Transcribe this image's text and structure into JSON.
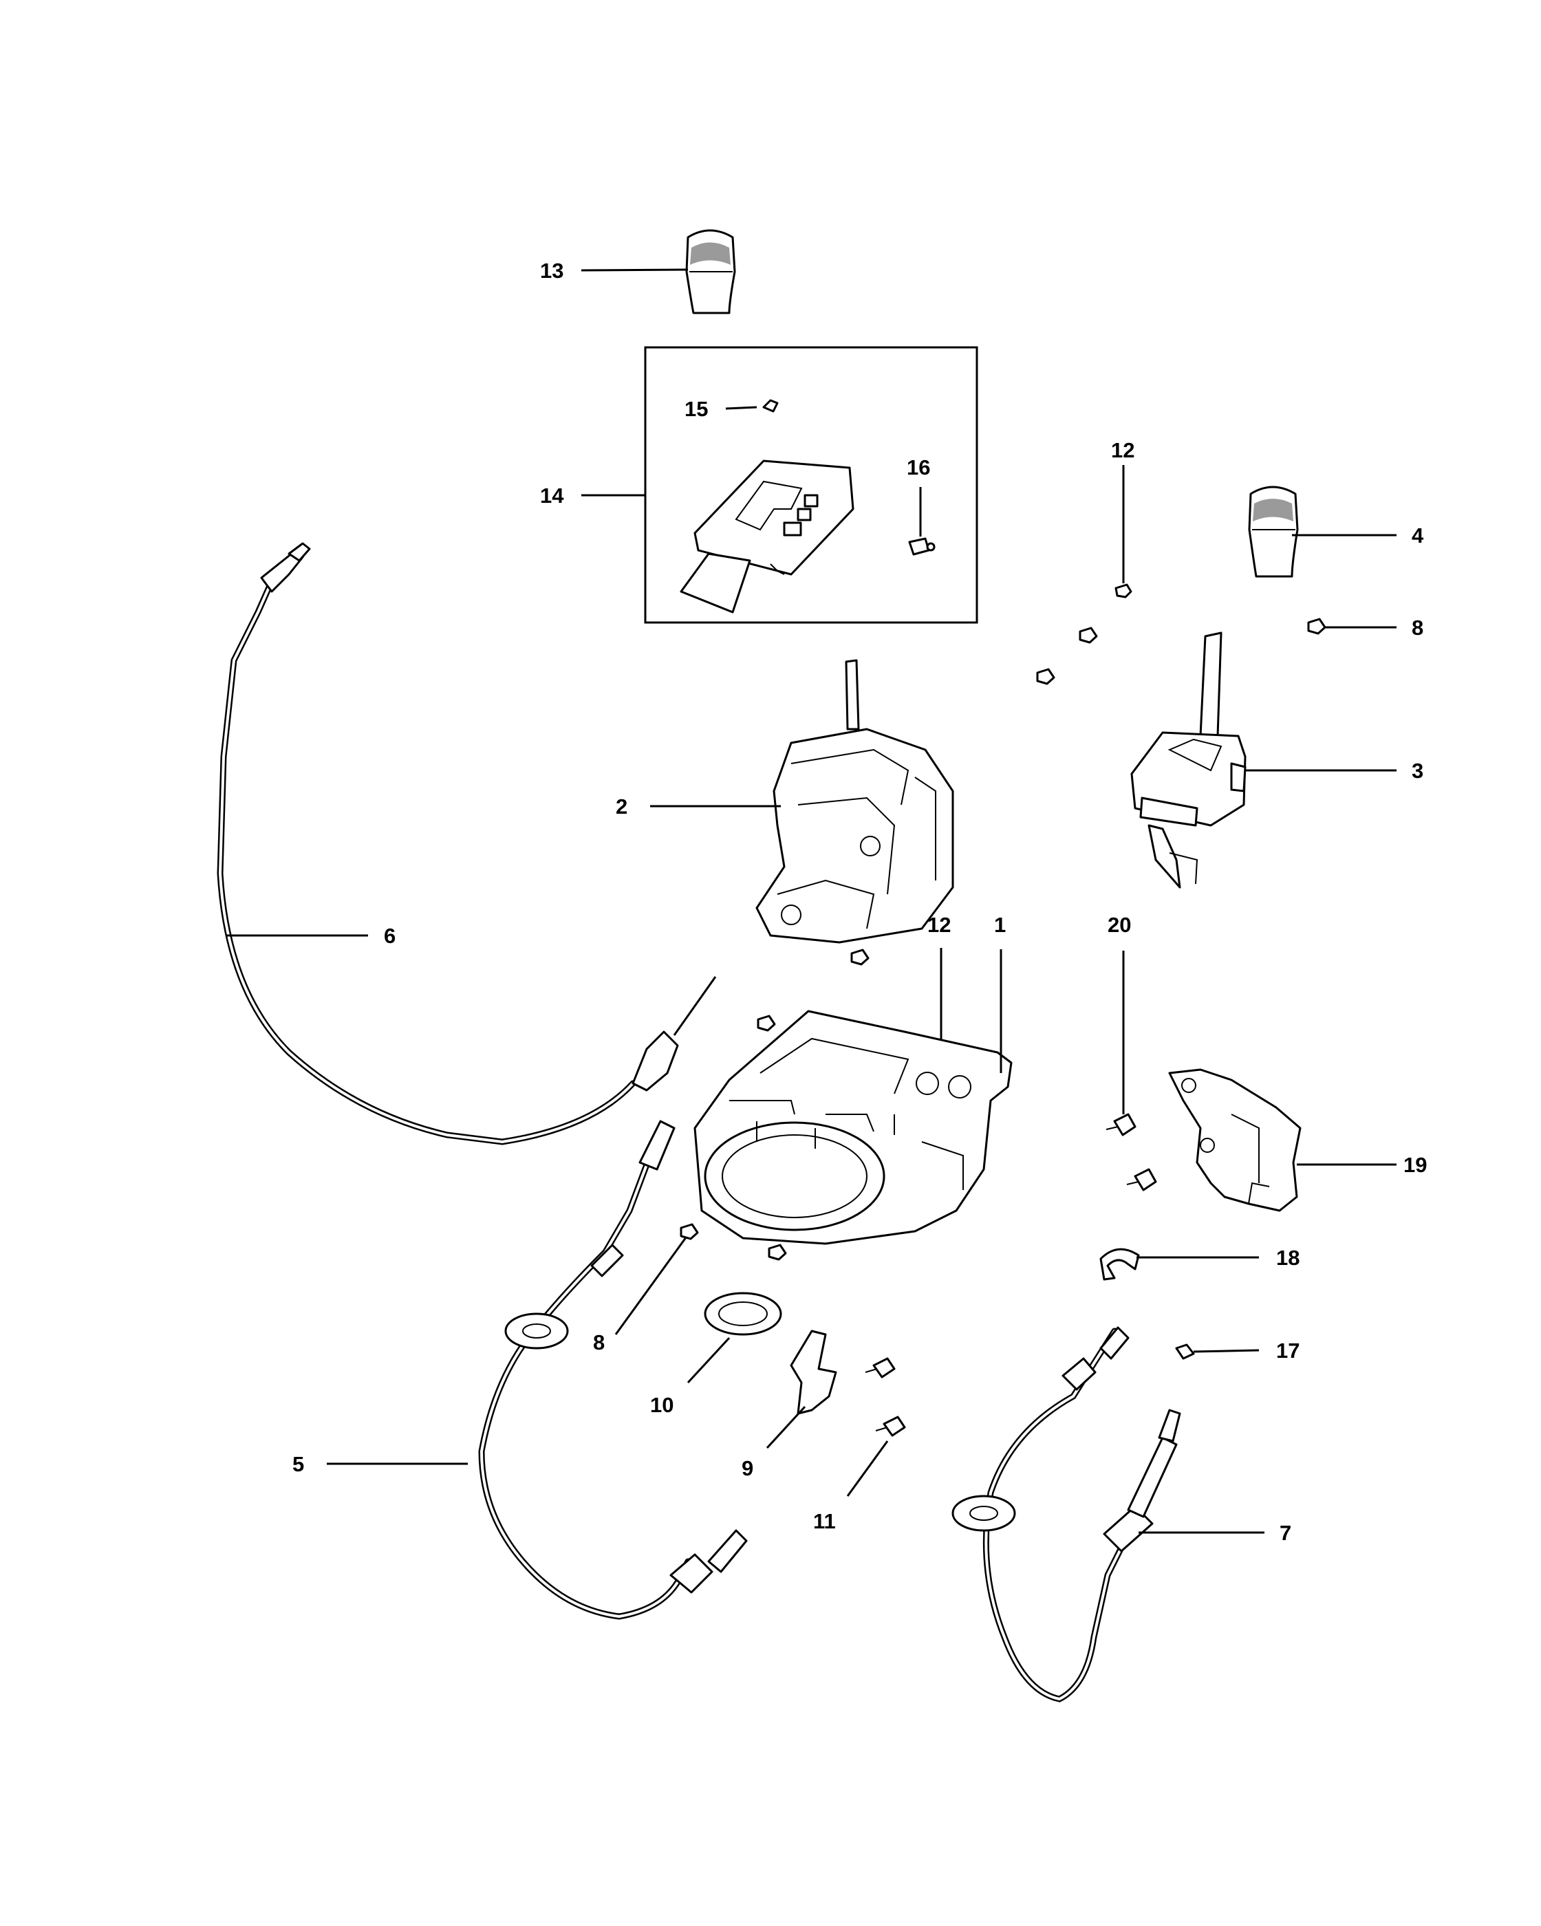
{
  "callouts": {
    "c1": "1",
    "c2": "2",
    "c3": "3",
    "c4": "4",
    "c5": "5",
    "c6": "6",
    "c7": "7",
    "c8a": "8",
    "c8b": "8",
    "c9": "9",
    "c10": "10",
    "c11": "11",
    "c12a": "12",
    "c12b": "12",
    "c13": "13",
    "c14": "14",
    "c15": "15",
    "c16": "16",
    "c17": "17",
    "c18": "18",
    "c19": "19",
    "c20": "20"
  },
  "icons": {
    "gear-knob": "shift-knob-icon",
    "shifter": "shifter-assembly-icon",
    "cable": "shift-cable-icon",
    "bezel": "shift-bezel-icon",
    "nut": "nut-icon",
    "bolt": "bolt-icon",
    "bracket": "bracket-icon",
    "grommet": "grommet-icon",
    "clip": "clip-icon"
  }
}
